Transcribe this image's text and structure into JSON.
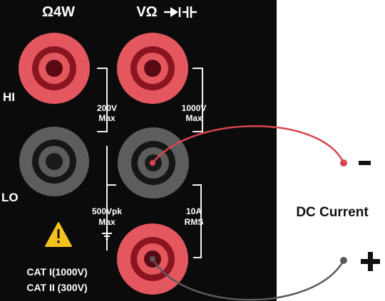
{
  "panel": {
    "background_color": "#0b0b0b",
    "top_labels": {
      "left": "Ω4W",
      "right": "VΩ"
    },
    "side_labels": {
      "hi": "HI",
      "lo": "LO"
    },
    "ratings": {
      "hi_sense_max_value": "200V",
      "hi_sense_max_suffix": "Max",
      "hi_input_max_value": "1000V",
      "hi_input_max_suffix": "Max",
      "lo_peak_value": "500Vpk",
      "lo_peak_suffix": "Max",
      "current_value": "10A",
      "current_suffix": "RMS"
    },
    "cat_ratings": {
      "line1": "CAT I(1000V)",
      "line2": "CAT II (300V)"
    },
    "icons": [
      "diode-icon",
      "capacitor-icon",
      "warning-icon",
      "ground-icon"
    ]
  },
  "probes": {
    "minus_symbol": "-",
    "plus_symbol": "+",
    "measurement_label": "DC Current",
    "red_lead_color": "#d8454f",
    "black_lead_color": "#5a5a5a"
  },
  "colors": {
    "red_terminal": "#e4575f",
    "red_terminal_dark": "#8a1520",
    "gray_terminal": "#5d5d5d",
    "gray_terminal_dark": "#151515",
    "warning_yellow": "#f4c21c"
  }
}
